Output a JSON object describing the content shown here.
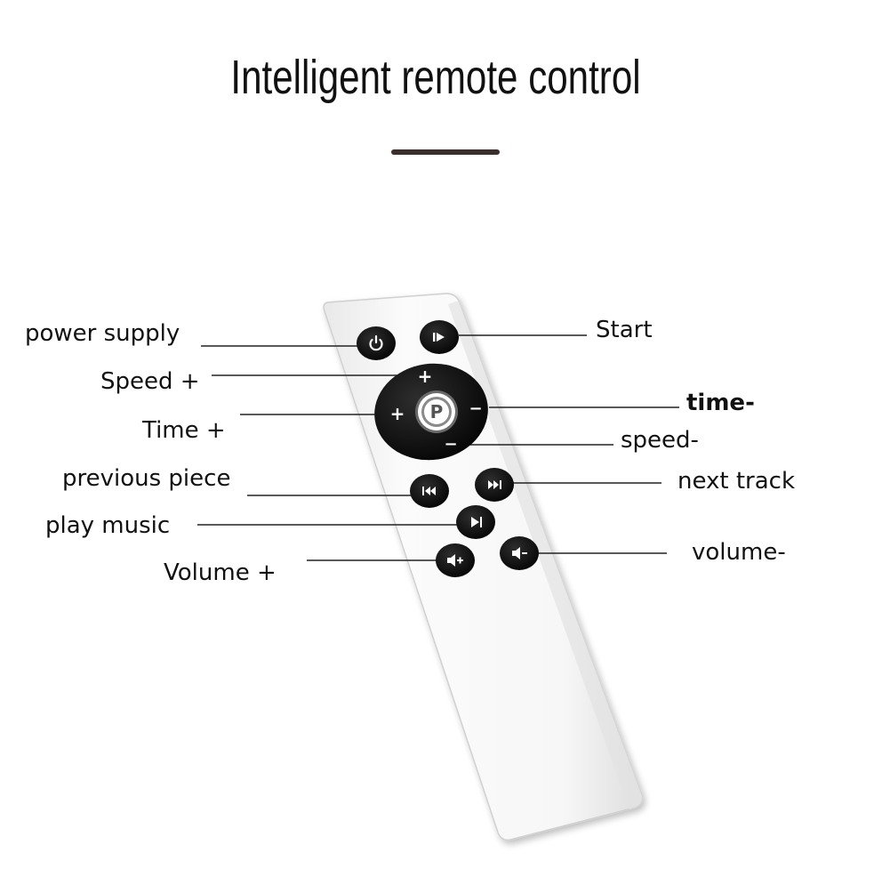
{
  "page": {
    "title": "Intelligent remote control",
    "underline_color": "#3a2f2a"
  },
  "remote": {
    "body_color": "#f4f4f4",
    "button_color": "#111111",
    "glyph_color": "#ffffff",
    "center_button_mark": "P",
    "dpad_plus_symbol": "+",
    "dpad_minus_symbol": "−"
  },
  "callouts": {
    "power_supply": "power supply",
    "start": "Start",
    "speed_plus": "Speed +",
    "time_minus": "time-",
    "time_plus": "Time +",
    "speed_minus": "speed-",
    "previous_piece": "previous piece",
    "next_track": "next track",
    "play_music": "play music",
    "volume_plus": "Volume +",
    "volume_minus": "volume-"
  }
}
